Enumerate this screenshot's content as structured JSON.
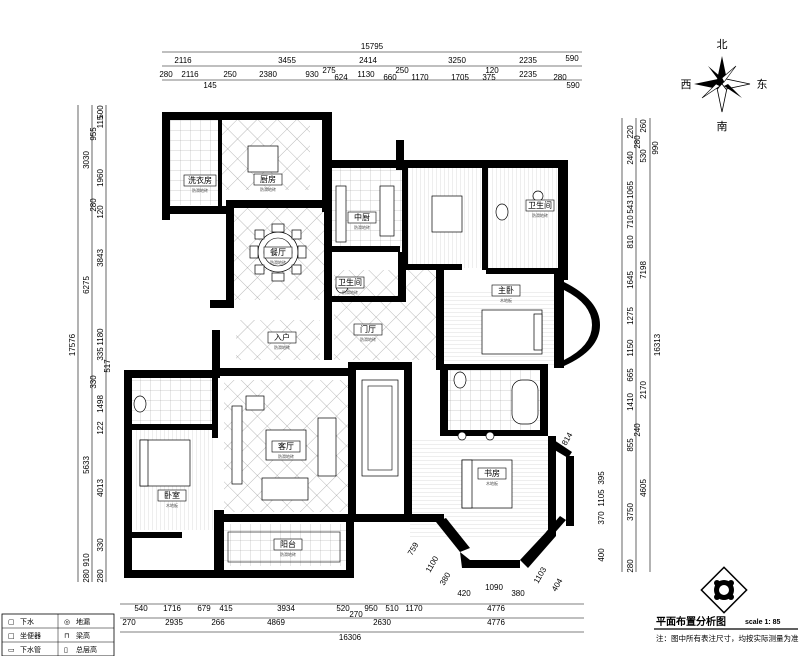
{
  "top_dims": {
    "total": "15795",
    "row1": [
      "2116",
      "3455",
      "2414",
      "3250",
      "2235"
    ],
    "row2": [
      "280",
      "2116",
      "250",
      "2380",
      "930",
      "275",
      "624",
      "1130",
      "250",
      "660",
      "1170",
      "1705",
      "120",
      "375",
      "2235",
      "280",
      "590"
    ],
    "row3": [
      "145",
      "590"
    ]
  },
  "bottom_dims": {
    "row1": [
      "540",
      "1716",
      "679",
      "415",
      "3934",
      "520",
      "270",
      "950",
      "510",
      "1170",
      "4776"
    ],
    "row2": [
      "270",
      "2935",
      "266",
      "4869",
      "2630",
      "4776"
    ],
    "total": "16306",
    "sub": [
      "420",
      "1090",
      "380"
    ]
  },
  "left_dims": {
    "total": "17576",
    "items": [
      "500",
      "115",
      "955",
      "3030",
      "1960",
      "280",
      "120",
      "6275",
      "3843",
      "1180",
      "335",
      "517",
      "330",
      "1498",
      "122",
      "5633",
      "4013",
      "910",
      "330",
      "280",
      "280"
    ]
  },
  "right_dims": {
    "total": "16313",
    "items": [
      "220",
      "260",
      "280",
      "990",
      "530",
      "240",
      "1065",
      "543",
      "710",
      "810",
      "7198",
      "1645",
      "1275",
      "1150",
      "665",
      "2170",
      "1410",
      "855",
      "240",
      "4605",
      "395",
      "1105",
      "3750",
      "370",
      "400",
      "280"
    ]
  },
  "misc_dims": [
    "814",
    "759",
    "1100",
    "380",
    "1103",
    "404"
  ],
  "rooms": [
    {
      "name": "洗衣房",
      "sub": "防滑地砖"
    },
    {
      "name": "厨房",
      "sub": "防滑地砖"
    },
    {
      "name": "餐厅",
      "sub": "防滑地砖"
    },
    {
      "name": "中厨",
      "sub": "防滑地砖"
    },
    {
      "name": "卫生间",
      "sub": "防滑地砖"
    },
    {
      "name": "主卧",
      "sub": "木地板"
    },
    {
      "name": "入户",
      "sub": "防滑地砖"
    },
    {
      "name": "门厅",
      "sub": "防滑地砖"
    },
    {
      "name": "卧室",
      "sub": "木地板"
    },
    {
      "name": "客厅",
      "sub": "防滑地砖"
    },
    {
      "name": "阳台",
      "sub": "防滑地砖"
    },
    {
      "name": "书房",
      "sub": "木地板"
    },
    {
      "name": "卫生间",
      "sub": "防滑地砖"
    }
  ],
  "compass": {
    "north": "北",
    "south": "南",
    "east": "东",
    "west": "西"
  },
  "title": "平面布置分析图",
  "scale": "scale 1: 85",
  "note": "注：图中所有表注尺寸，均按实际测量为准",
  "legend": [
    {
      "sym": "▢",
      "label": "下水"
    },
    {
      "sym": "◎",
      "label": "地漏"
    },
    {
      "sym": "□",
      "label": "坐便器"
    },
    {
      "sym": "⊓",
      "label": "梁高"
    },
    {
      "sym": "▭",
      "label": "下水管"
    },
    {
      "sym": "▯",
      "label": "总层高"
    }
  ],
  "colors": {
    "line": "#000000",
    "background": "#ffffff"
  }
}
